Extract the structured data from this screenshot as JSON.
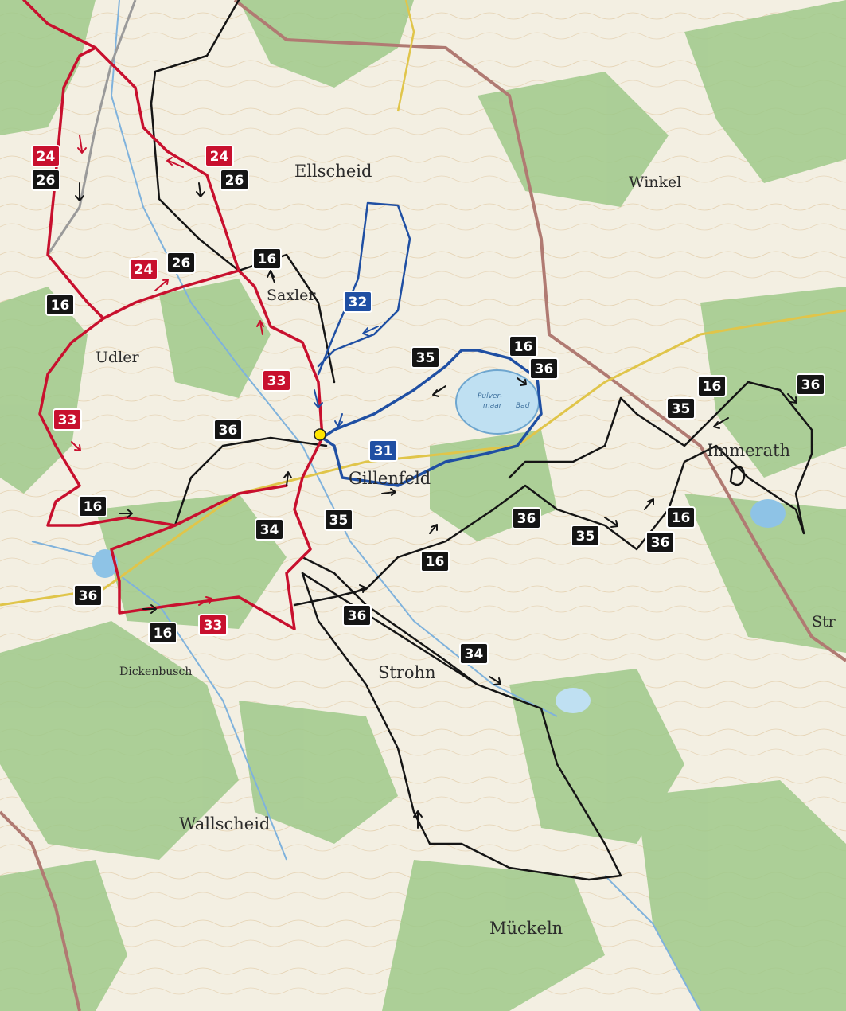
{
  "places": {
    "ellscheid": "Ellscheid",
    "winkel": "Winkel",
    "saxler": "Saxler",
    "udler": "Udler",
    "gillenfeld": "Gillenfeld",
    "immerath": "Immerath",
    "strohn": "Strohn",
    "wallscheid": "Wallscheid",
    "mickeln": "Mückeln",
    "dickenbusch": "Dickenbusch",
    "str": "Str"
  },
  "lake": {
    "line1": "Pulver-",
    "line2": "maar",
    "line3": "Bad"
  },
  "route_colors": {
    "red": "#c8102e",
    "blue": "#1f4fa3",
    "black": "#151515"
  },
  "start_point_color": "#ffe600",
  "badges": [
    {
      "label": "24",
      "color": "red"
    },
    {
      "label": "26",
      "color": "black"
    },
    {
      "label": "24",
      "color": "red"
    },
    {
      "label": "26",
      "color": "black"
    },
    {
      "label": "24",
      "color": "red"
    },
    {
      "label": "26",
      "color": "black"
    },
    {
      "label": "16",
      "color": "black"
    },
    {
      "label": "16",
      "color": "black"
    },
    {
      "label": "32",
      "color": "blue"
    },
    {
      "label": "35",
      "color": "black"
    },
    {
      "label": "16",
      "color": "black"
    },
    {
      "label": "36",
      "color": "black"
    },
    {
      "label": "33",
      "color": "red"
    },
    {
      "label": "33",
      "color": "red"
    },
    {
      "label": "36",
      "color": "black"
    },
    {
      "label": "31",
      "color": "blue"
    },
    {
      "label": "16",
      "color": "black"
    },
    {
      "label": "36",
      "color": "black"
    },
    {
      "label": "35",
      "color": "black"
    },
    {
      "label": "16",
      "color": "black"
    },
    {
      "label": "34",
      "color": "black"
    },
    {
      "label": "35",
      "color": "black"
    },
    {
      "label": "36",
      "color": "black"
    },
    {
      "label": "35",
      "color": "black"
    },
    {
      "label": "16",
      "color": "black"
    },
    {
      "label": "36",
      "color": "black"
    },
    {
      "label": "16",
      "color": "black"
    },
    {
      "label": "36",
      "color": "black"
    },
    {
      "label": "36",
      "color": "black"
    },
    {
      "label": "16",
      "color": "black"
    },
    {
      "label": "33",
      "color": "red"
    },
    {
      "label": "34",
      "color": "black"
    }
  ]
}
